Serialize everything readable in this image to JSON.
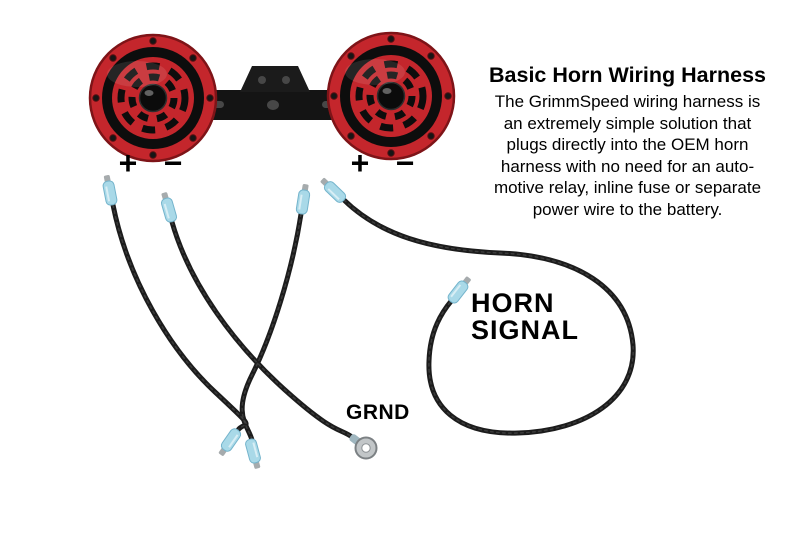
{
  "title": "Basic Horn Wiring Harness",
  "description": {
    "lines": [
      "The GrimmSpeed wiring harness is",
      "an extremely simple solution that",
      "plugs directly into the OEM horn",
      "harness with no need for an auto-",
      "motive relay, inline fuse or separate",
      "power wire to the battery."
    ]
  },
  "diagram": {
    "horn_left": {
      "plus": "+",
      "minus": "−"
    },
    "horn_right": {
      "plus": "+",
      "minus": "−"
    },
    "labels": {
      "horn_signal_line1": "HORN",
      "horn_signal_line2": "SIGNAL",
      "ground": "GRND"
    }
  },
  "colors": {
    "horn_red": "#c4262c",
    "horn_dark": "#0d0d0d",
    "wire_black": "#1c1c1c",
    "connector_blue": "#a9d9e8",
    "terminal_silver": "#c2c6c8",
    "text": "#000000"
  }
}
